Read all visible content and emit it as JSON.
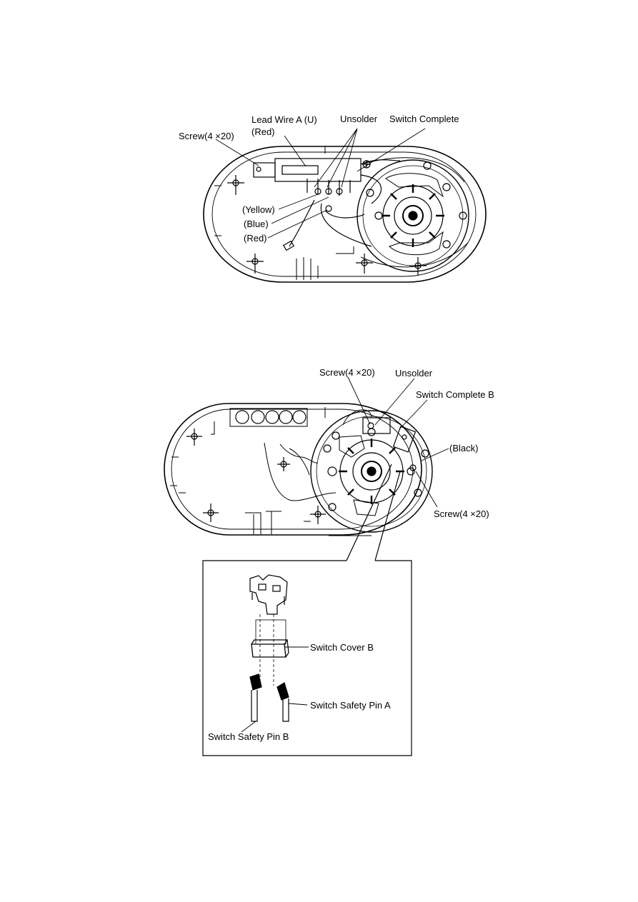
{
  "diagram1": {
    "labels": {
      "screw": "Screw(4 ×20)",
      "lead_wire_1": "Lead Wire A (U)",
      "lead_wire_2": "(Red)",
      "unsolder": "Unsolder",
      "switch_complete": "Switch Complete",
      "yellow": "(Yellow)",
      "blue": "(Blue)",
      "red": "(Red)"
    }
  },
  "diagram2": {
    "labels": {
      "screw_top": "Screw(4 ×20)",
      "unsolder": "Unsolder",
      "switch_complete_b": "Switch Complete B",
      "black": "(Black)",
      "screw_right": "Screw(4 ×20)"
    }
  },
  "detail": {
    "labels": {
      "switch_cover_b": "Switch Cover B",
      "switch_safety_pin_a": "Switch Safety Pin A",
      "switch_safety_pin_b": "Switch Safety Pin B"
    }
  }
}
